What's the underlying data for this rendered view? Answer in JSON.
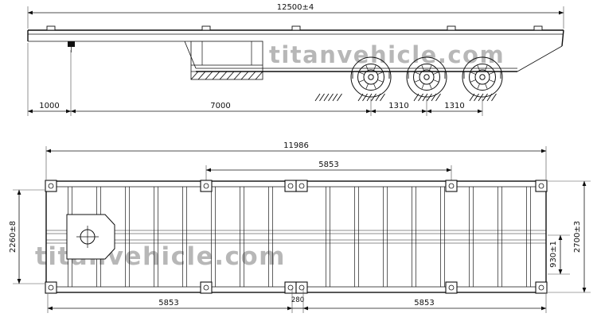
{
  "watermark": {
    "text": "titanvehicle.com"
  },
  "side_view": {
    "total_length": "12500±4",
    "front_overhang": "1000",
    "kingpin_to_first_axle": "7000",
    "axle_spacing_1": "1310",
    "axle_spacing_2": "1310"
  },
  "plan_view": {
    "total_length": "11986",
    "twistlock_span_top": "5853",
    "width_inner": "2260±8",
    "width_930": "930±1",
    "width_overall": "2700±3",
    "lock_span_left": "5853",
    "center_lock_gap": "280",
    "lock_span_right": "5853"
  }
}
